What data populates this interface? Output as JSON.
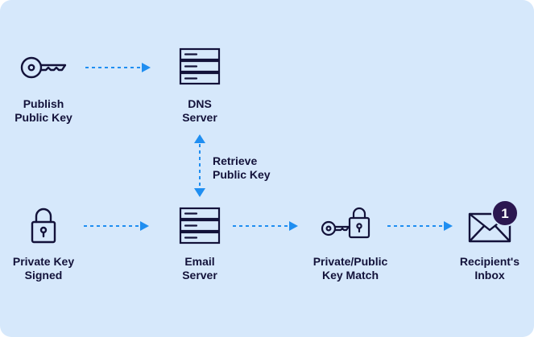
{
  "nodes": {
    "publish": {
      "line1": "Publish",
      "line2": "Public Key"
    },
    "dns": {
      "line1": "DNS",
      "line2": "Server"
    },
    "private_signed": {
      "line1": "Private Key",
      "line2": "Signed"
    },
    "email_server": {
      "line1": "Email",
      "line2": "Server"
    },
    "key_match": {
      "line1": "Private/Public",
      "line2": "Key Match"
    },
    "inbox": {
      "line1": "Recipient's",
      "line2": "Inbox",
      "badge": "1"
    }
  },
  "edges": {
    "retrieve": {
      "line1": "Retrieve",
      "line2": "Public Key"
    }
  },
  "colors": {
    "background": "#d6e8fb",
    "arrow": "#1f8ef1",
    "ink": "#13123a",
    "badge": "#2b1750"
  },
  "icons": [
    "key-icon",
    "server-icon",
    "lock-icon",
    "key-lock-icon",
    "envelope-icon"
  ]
}
